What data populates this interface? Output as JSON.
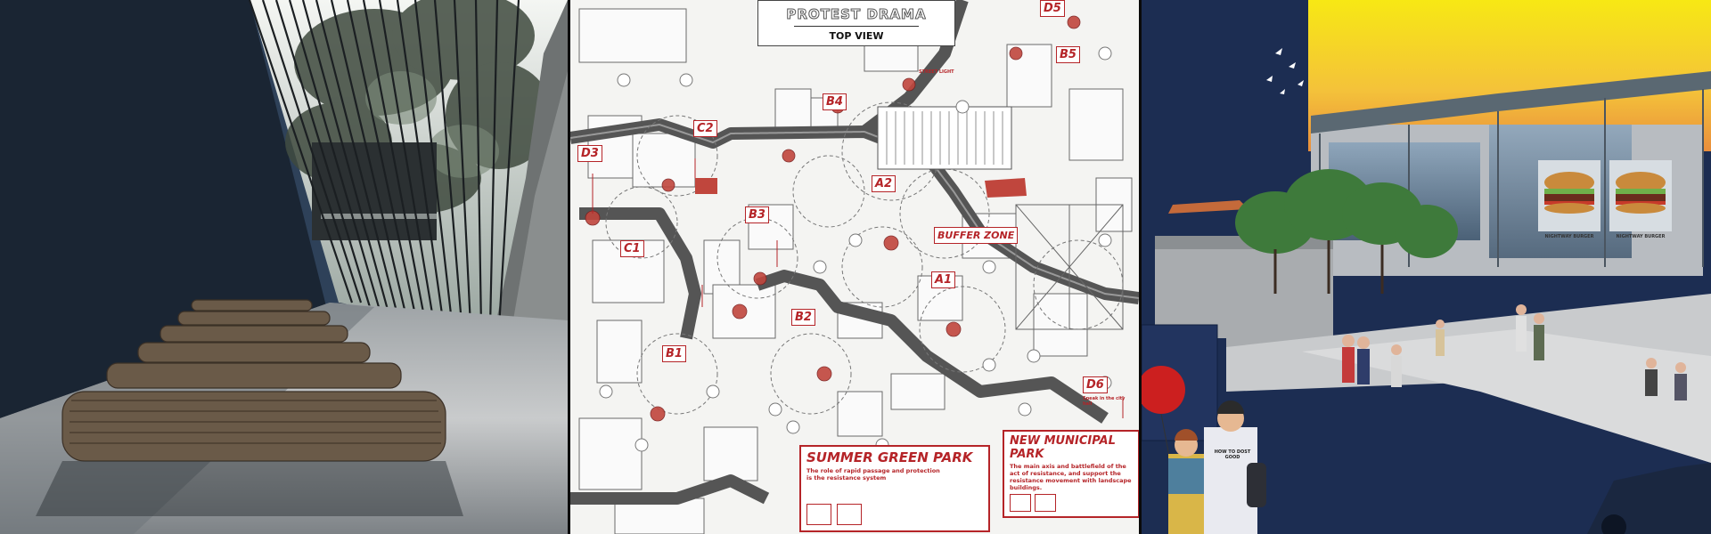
{
  "panels": {
    "left": {
      "subject": "Concrete underpass with metal slat benches and slanted steel rods overhead"
    },
    "middle": {
      "title": "PROTEST DRAMA",
      "subtitle": "TOP VIEW",
      "labels": [
        "D5",
        "B5",
        "B4",
        "C2",
        "D3",
        "A2",
        "B3",
        "C1",
        "A1",
        "B2",
        "B1",
        "D6"
      ],
      "buffer_zone": "BUFFER ZONE",
      "street_light": "STREET LIGHT",
      "summer_park": {
        "name": "SUMMER GREEN PARK",
        "desc": "The role of rapid passage and protection is the resistance system"
      },
      "municipal_park": {
        "name": "NEW MUNICIPAL PARK",
        "desc": "The main axis and battlefield of the act of resistance, and support the resistance movement with landscape buildings."
      },
      "d6_note": "Speak in the city hall",
      "accent_color": "#b52428"
    },
    "right": {
      "subject": "Street scene with food market building, hamburger billboards, pedestrians and a red balloon",
      "billboard_text": [
        "NIGHTWAY BURGER",
        "NIGHTWAY BURGER"
      ],
      "shirt_text": "HOW TO DOST GOOD",
      "sky_colors": [
        "#f7e814",
        "#f2a33a"
      ],
      "ground_color": "#1c2d52"
    }
  }
}
